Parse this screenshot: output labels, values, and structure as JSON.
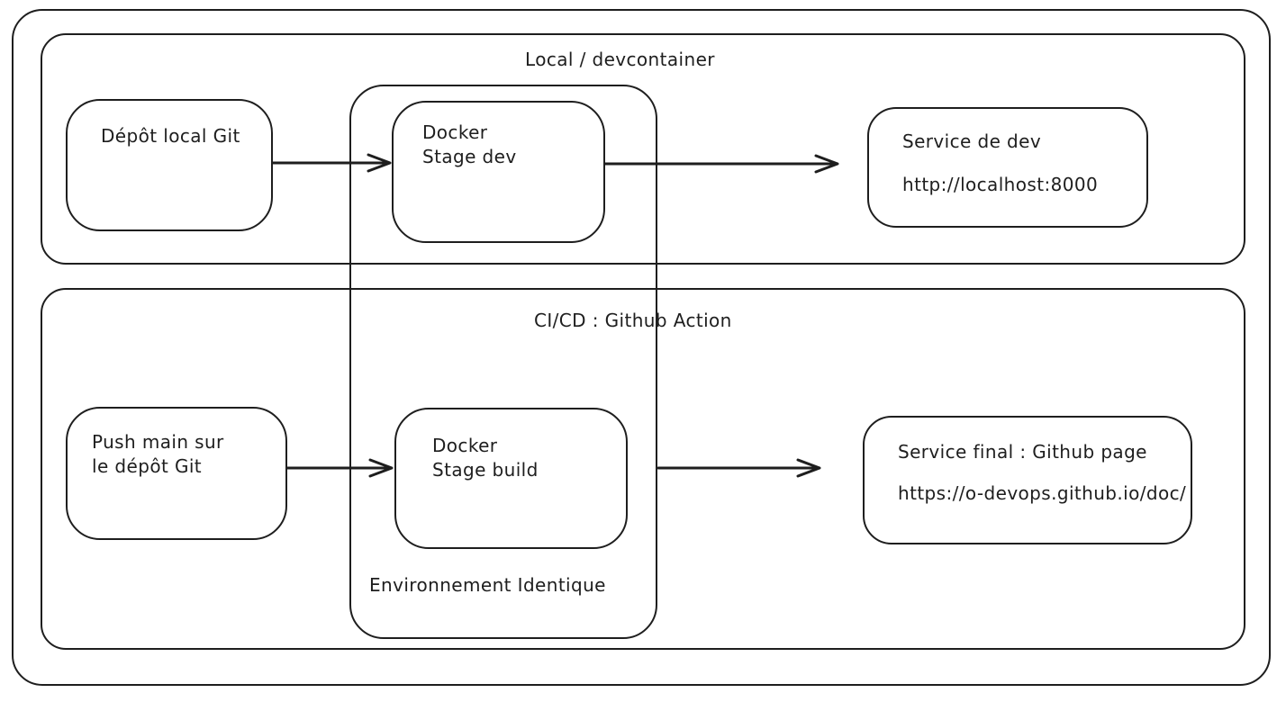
{
  "colors": {
    "stroke": "#1e1e1e",
    "background": "#ffffff"
  },
  "sections": {
    "local": {
      "title": "Local / devcontainer"
    },
    "cicd": {
      "title": "CI/CD : Github Action"
    },
    "environment": {
      "label": "Environnement Identique"
    }
  },
  "nodes": {
    "depot_local": {
      "line1": "Dépôt local Git"
    },
    "docker_dev": {
      "line1": "Docker",
      "line2": "Stage dev"
    },
    "service_dev": {
      "line1": "Service de dev",
      "line2": "http://localhost:8000"
    },
    "push_main": {
      "line1": "Push main sur",
      "line2": "le dépôt Git"
    },
    "docker_build": {
      "line1": "Docker",
      "line2": "Stage build"
    },
    "service_final": {
      "line1": "Service final : Github page",
      "line2": "https://o-devops.github.io/doc/"
    }
  }
}
